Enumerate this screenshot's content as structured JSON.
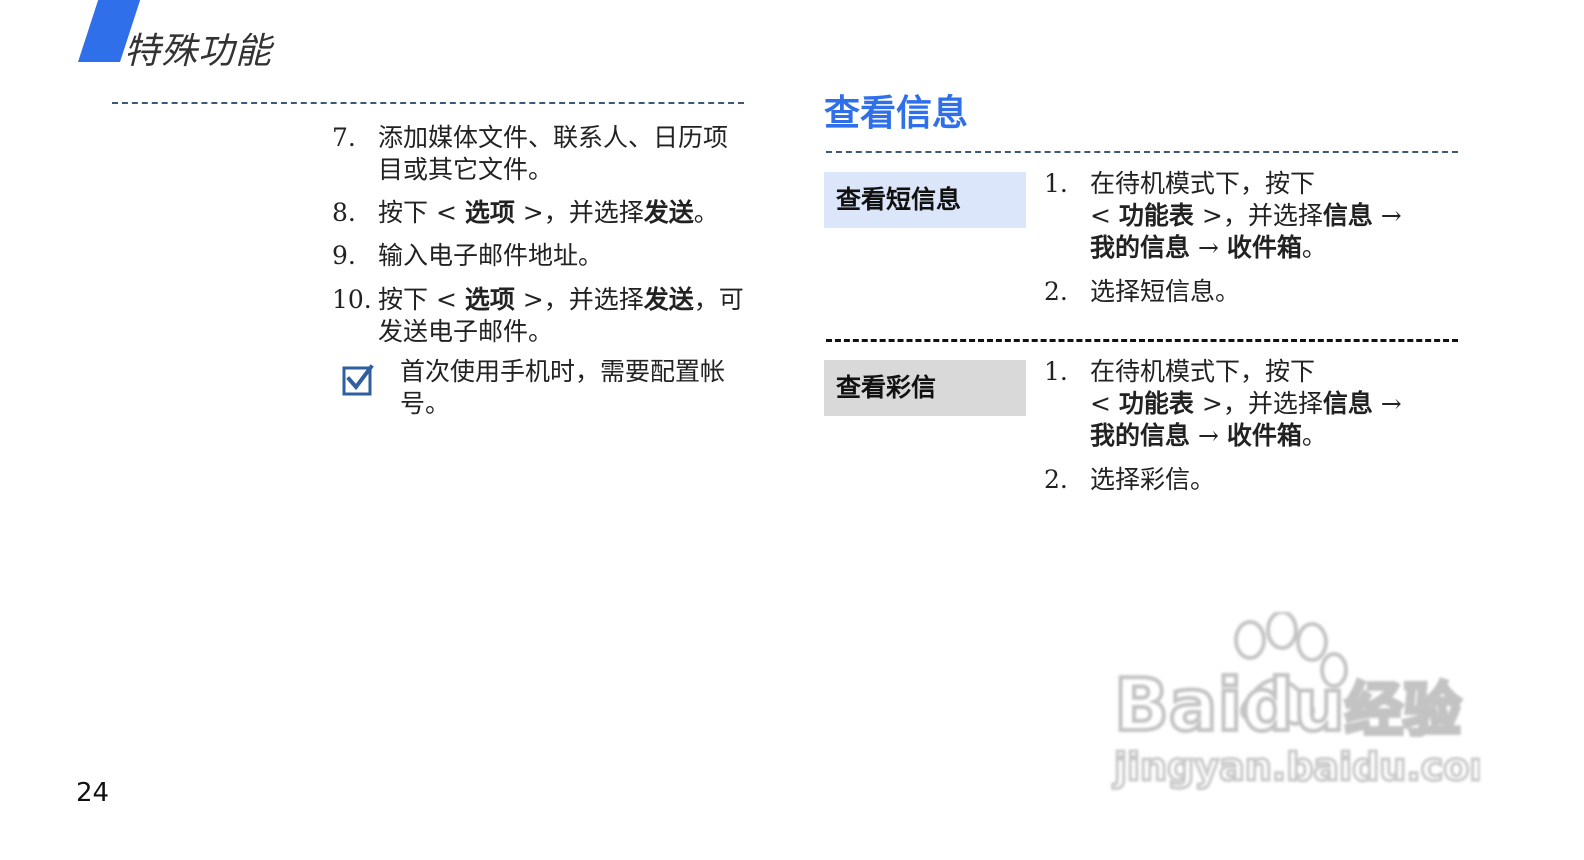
{
  "header": {
    "title": "特殊功能"
  },
  "left_steps": [
    {
      "num": "7.",
      "line1": "添加媒体文件、联系人、日历项",
      "line2": "目或其它文件。"
    },
    {
      "num": "8.",
      "pre": "按下 < ",
      "bold1": "选项",
      "mid": " >，并选择",
      "bold2": "发送",
      "post": "。"
    },
    {
      "num": "9.",
      "text": "输入电子邮件地址。"
    },
    {
      "num": "10.",
      "pre": "按下 < ",
      "bold1": "选项",
      "mid": " >，并选择",
      "bold2": "发送",
      "post": "，可",
      "line2": "发送电子邮件。"
    }
  ],
  "note": {
    "icon": "checkbox-icon",
    "line1": "首次使用手机时，需要配置帐",
    "line2": "号。"
  },
  "right": {
    "title": "查看信息",
    "sections": [
      {
        "heading": "查看短信息",
        "steps": [
          {
            "num": "1.",
            "line1": "在待机模式下，按下",
            "l2_pre": "< ",
            "l2_bold1": "功能表",
            "l2_mid": " >，并选择",
            "l2_bold2": "信息",
            "l2_post": " →",
            "l3_bold1": "我的信息",
            "l3_arrow": " → ",
            "l3_bold2": "收件箱",
            "l3_post": "。"
          },
          {
            "num": "2.",
            "text": "选择短信息。"
          }
        ]
      },
      {
        "heading": "查看彩信",
        "steps": [
          {
            "num": "1.",
            "line1": "在待机模式下，按下",
            "l2_pre": "< ",
            "l2_bold1": "功能表",
            "l2_mid": " >，并选择",
            "l2_bold2": "信息",
            "l2_post": " →",
            "l3_bold1": "我的信息",
            "l3_arrow": " → ",
            "l3_bold2": "收件箱",
            "l3_post": "。"
          },
          {
            "num": "2.",
            "text": "选择彩信。"
          }
        ]
      }
    ]
  },
  "page_number": "24",
  "watermark": {
    "brand": "Baidu",
    "brand_cn": "经验",
    "url": "jingyan.baidu.com"
  },
  "colors": {
    "accent": "#2f6fea",
    "subhead_blue": "#dce6fb",
    "subhead_grey": "#d9d9d9"
  }
}
